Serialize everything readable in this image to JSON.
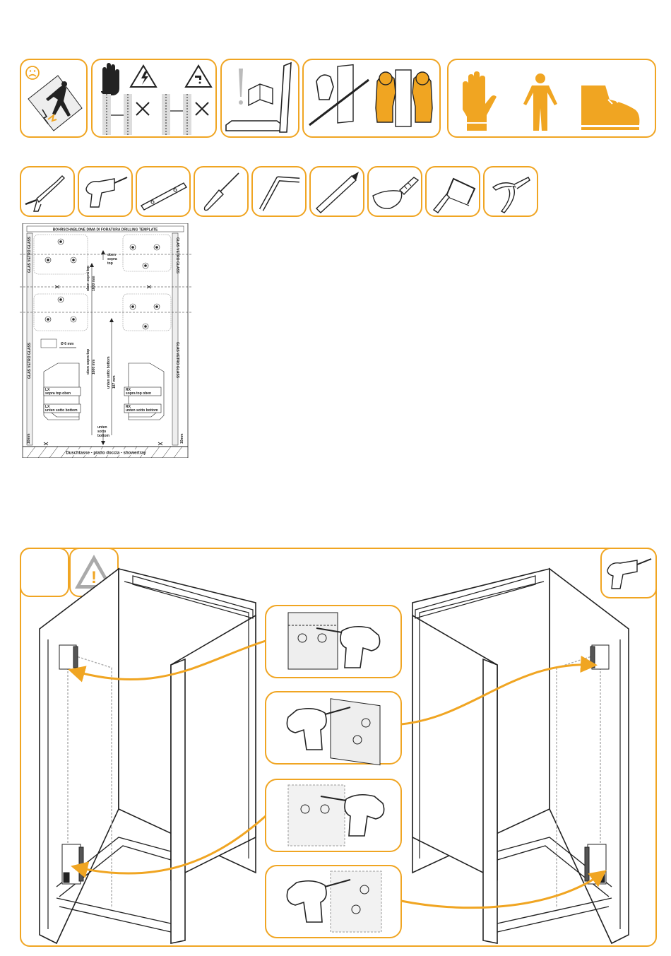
{
  "colors": {
    "accent": "#f0a522",
    "line": "#222222",
    "grey": "#bbbbbb"
  },
  "safety_icons": [
    "sad-face-icon",
    "no-drill-near-cables-icon",
    "read-manual-icon",
    "two-person-lift-icon",
    "ppe-gloves-icon",
    "ppe-overall-icon",
    "ppe-boots-icon"
  ],
  "tool_icons": [
    "silicone-gun-icon",
    "power-drill-icon",
    "spirit-level-icon",
    "screwdriver-icon",
    "allen-key-icon",
    "pencil-icon",
    "tape-measure-icon",
    "hacksaw-icon",
    "pliers-icon"
  ],
  "template": {
    "header": "BOHRSCHABLONE  DIMA DI FORATURA  DRILLING TEMPLATE",
    "glass_label": "GLAS VETRO GLASS",
    "top_label": [
      "oben",
      "sopra",
      "top"
    ],
    "bottom_label": [
      "unten",
      "sotto",
      "bottom"
    ],
    "dim_top": [
      "oben sopra top",
      "1600 mm"
    ],
    "dim_bottom": [
      "unten sotto bottom",
      "187 mm"
    ],
    "drill_size": "Ø 6 mm",
    "lx_top": [
      "LX",
      "sopra top oben"
    ],
    "lx_bottom": [
      "LX",
      "unten sotto bottom"
    ],
    "rx_top": [
      "RX",
      "sopra top oben"
    ],
    "rx_bottom": [
      "RX",
      "unten sotto bottom"
    ],
    "margin_label": "10mm",
    "floor_label": "Duschtasse  -  piatto doccia  -  showertray"
  },
  "step": {
    "warning_symbol": "!"
  }
}
